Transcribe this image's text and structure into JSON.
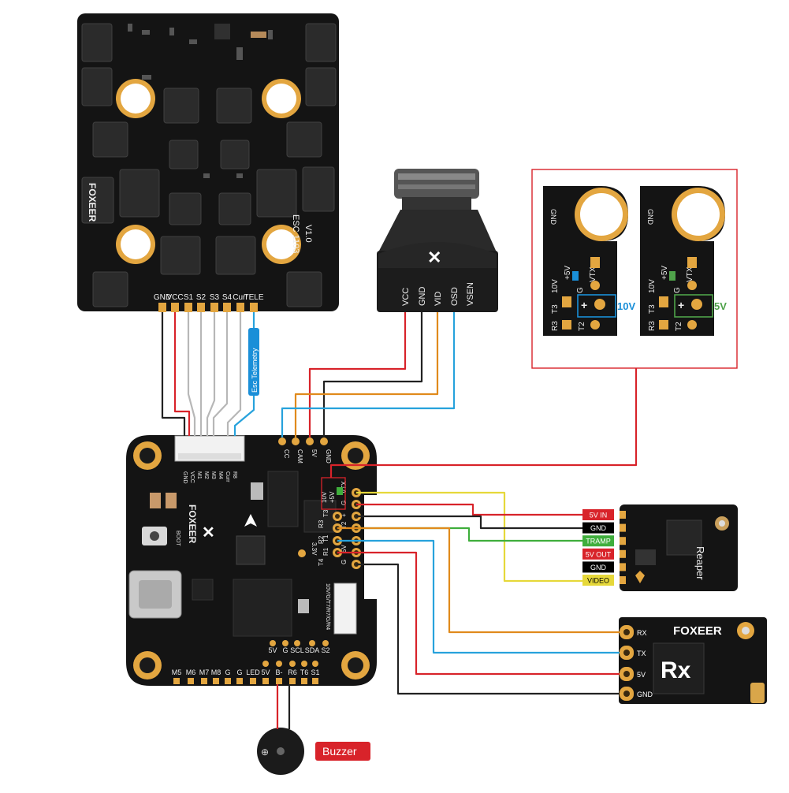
{
  "colors": {
    "red": "#d8232a",
    "black": "#222222",
    "gray": "#b7b7b7",
    "orange": "#e08a1c",
    "blue": "#27a2dc",
    "yellow": "#e6d83a",
    "green": "#3fae3c",
    "label_blue": "#1a8fd8",
    "label_green": "#4fa24a"
  },
  "esc": {
    "brand": "FOXEER",
    "model": "ESC 1103",
    "version": "V1.0",
    "pins": [
      "GND",
      "VCC",
      "S1",
      "S2",
      "S3",
      "S4",
      "Curr",
      "TELE"
    ]
  },
  "esc_telemetry_label": "Esc Telemetry",
  "camera": {
    "pins": [
      "VCC",
      "GND",
      "VID",
      "OSD",
      "VSEN"
    ]
  },
  "vtx_detail": {
    "left": {
      "gnd": "GND",
      "top_labels": [
        "10V",
        "+5V",
        "G",
        "VTX"
      ],
      "row_labels": [
        "T3",
        "+"
      ],
      "bottom_labels": [
        "R3",
        "T2"
      ],
      "voltage": "10V"
    },
    "right": {
      "gnd": "GND",
      "top_labels": [
        "10V",
        "+5V",
        "G",
        "VTX"
      ],
      "row_labels": [
        "T3",
        "+"
      ],
      "bottom_labels": [
        "R3",
        "T2"
      ],
      "voltage": "5V"
    }
  },
  "fc": {
    "brand": "FOXEER",
    "boot_label": "BOOT",
    "cam_pins": [
      "CC",
      "CAM",
      "5V",
      "GND"
    ],
    "esc_pins": [
      "GND",
      "VCC",
      "M1",
      "M2",
      "M3",
      "M4",
      "Curr",
      "R8"
    ],
    "right_labels": [
      "10V",
      "+5V",
      "VTX",
      "G",
      "+",
      "R3",
      "T3",
      "T2",
      "R2",
      "T1",
      "R1",
      "5V",
      "T4",
      "G"
    ],
    "v33": "3.3V",
    "side_label": "10V/G/T7/R7/G/R4",
    "bottom_top": [
      "5V",
      "G",
      "SCL",
      "SDA",
      "S2"
    ],
    "bottom_pins": [
      "M5",
      "M6",
      "M7",
      "M8",
      "G",
      "G",
      "LED",
      "5V",
      "B-",
      "R6",
      "T6",
      "S1"
    ]
  },
  "vtx_labels": [
    "5V IN",
    "GND",
    "TRAMP",
    "5V OUT",
    "GND",
    "VIDEO"
  ],
  "vtx_name": "Reaper",
  "rx": {
    "brand": "FOXEER",
    "logo": "Rx",
    "pins": [
      "RX",
      "TX",
      "5V",
      "GND"
    ]
  },
  "buzzer_label": "Buzzer"
}
